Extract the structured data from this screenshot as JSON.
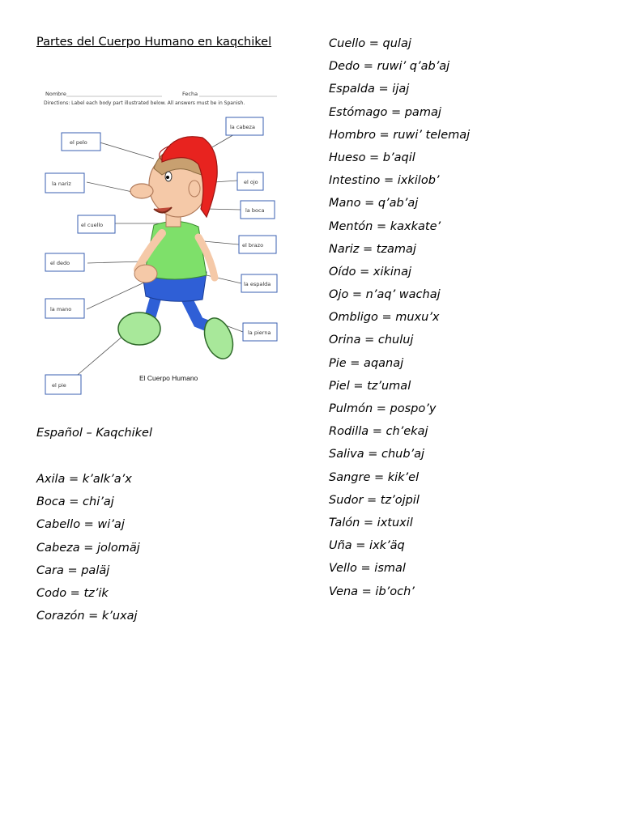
{
  "title": "Partes del Cuerpo Humano en kaqchikel",
  "subtitle": "Español – Kaqchikel",
  "worksheet": {
    "name_label": "Nombre",
    "date_label": "Fecha",
    "directions": "Directions: Label each body part illustrated below. All answers must be in Spanish.",
    "caption": "El Cuerpo Humano",
    "labels": [
      "la cabeza",
      "el pelo",
      "el ojo",
      "la nariz",
      "la boca",
      "el cuello",
      "el brazo",
      "el dedo",
      "la espalda",
      "la mano",
      "la pierna",
      "el pie"
    ]
  },
  "vocab_left": [
    "Axila = k’alk’a’x",
    "Boca = chi’aj",
    "Cabello = wi’aj",
    "Cabeza = jolomäj",
    "Cara = paläj",
    "Codo = tz’ik",
    "Corazón = k’uxaj"
  ],
  "vocab_right": [
    "Cuello = qulaj",
    "Dedo = ruwi’ q’ab’aj",
    "Espalda = ijaj",
    "Estómago = pamaj",
    "Hombro = ruwi’ telemaj",
    "Hueso = b’aqil",
    "Intestino = ixkilob’",
    "Mano = q’ab’aj",
    "Mentón = kaxkate’",
    "Nariz = tzamaj",
    "Oído = xikinaj",
    "Ojo = n’aq’ wachaj",
    "Ombligo = muxu’x",
    "Orina = chuluj",
    "Pie = aqanaj",
    "Piel = tz’umal",
    "Pulmón = pospo’y",
    "Rodilla = ch’ekaj",
    "Saliva = chub’aj",
    "Sangre = kik’el",
    "Sudor = tz’ojpil",
    "Talón = ixtuxil",
    "Uña = ixk’äq",
    "Vello = ismal",
    "Vena = ib’och’"
  ],
  "colors": {
    "cap": "#e8231f",
    "shirt": "#7ee06a",
    "pants": "#2f5fd6",
    "shoes": "#a8e89a",
    "skin": "#f5c9a8",
    "hair": "#c8a070"
  }
}
